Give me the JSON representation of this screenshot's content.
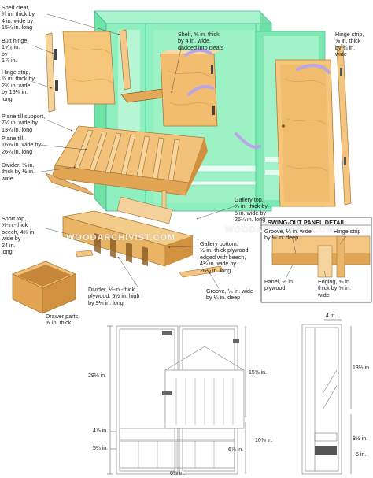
{
  "colors": {
    "plywood": "#f0c274",
    "plywood_dark": "#d29a4a",
    "wood_light": "#f6d9a2",
    "cabinet_green": "#7ff0b4",
    "cabinet_green_dark": "#3fd08a",
    "arrow_purple": "#b9a6e6",
    "line": "#6b6b6b",
    "drawing_line": "#8a8a8a"
  },
  "icons": [
    "curved-arrow-icon",
    "hinge-icon",
    "screw-icon"
  ],
  "labels": {
    "shelf_cleat": "Shelf cleat,\n¾ in. thick by\n4 in. wide by\n15¼ in. long",
    "butt_hinge": "Butt hinge,\n1⁹⁄₁₆ in.\nby\n1⅞ in.",
    "hinge_strip_left": "Hinge strip,\n⅞ in. thick by\n2¾ in. wide\nby 15⅛ in.\nlong",
    "shelf": "Shelf, ⅝ in. thick\nby 4 in. wide,\ndadoed into cleats",
    "hinge_strip_right": "Hinge strip,\n⅝ in. thick\nby ¾ in.\nwide",
    "plane_till_support": "Plane till support,\n7¼ in. wide by\n13¾ in. long",
    "plane_till": "Plane till,\n16⅝ in. wide by\n26¼ in. long",
    "divider_small": "Divider, ⅝ in.\nthick by ½ in.\nwide",
    "short_top": "Short top,\n⅝-in.-thick\nbeech, 4⅝ in.\nwide by\n24 in.\nlong",
    "gallery_top": "Gallery top,\n⅝ in. thick by\n5 in. wide by\n26¼ in. long",
    "gallery_bottom": "Gallery bottom,\n½-in.-thick plywood\nedged with beech,\n4¼ in. wide by\n26¼ in. long",
    "divider_large": "Divider, ½-in.-thick\nplywood, 5½ in. high\nby 9¼ in. long",
    "groove_bottom": "Groove, ¼ in. wide\nby ¼ in. deep",
    "drawer_parts": "Drawer parts,\n⅝ in. thick"
  },
  "detail": {
    "title": "SWING-OUT PANEL DETAIL",
    "groove": "Groove, ¼ in. wide\nby ¼ in. deep",
    "hinge_strip": "Hinge strip",
    "panel": "Panel, ½ in.\nplywood",
    "edging": "Edging, ⅝ in.\nthick by ⅝ in.\nwide"
  },
  "dims_front": {
    "overall_height": "29⅛ in.",
    "upper": "15⅝ in.",
    "mid_left": "4⅞ in.",
    "low_left": "5¼ in.",
    "lower_right": "10⅞ in.",
    "bottom_right": "6⅞ in.",
    "bottom_width": "6⅛ in."
  },
  "dims_side": {
    "top": "4 in.",
    "upper": "13½ in.",
    "lower": "8½ in.",
    "bottom": "5 in."
  },
  "watermark": "WOODARCHIVIST.COM"
}
